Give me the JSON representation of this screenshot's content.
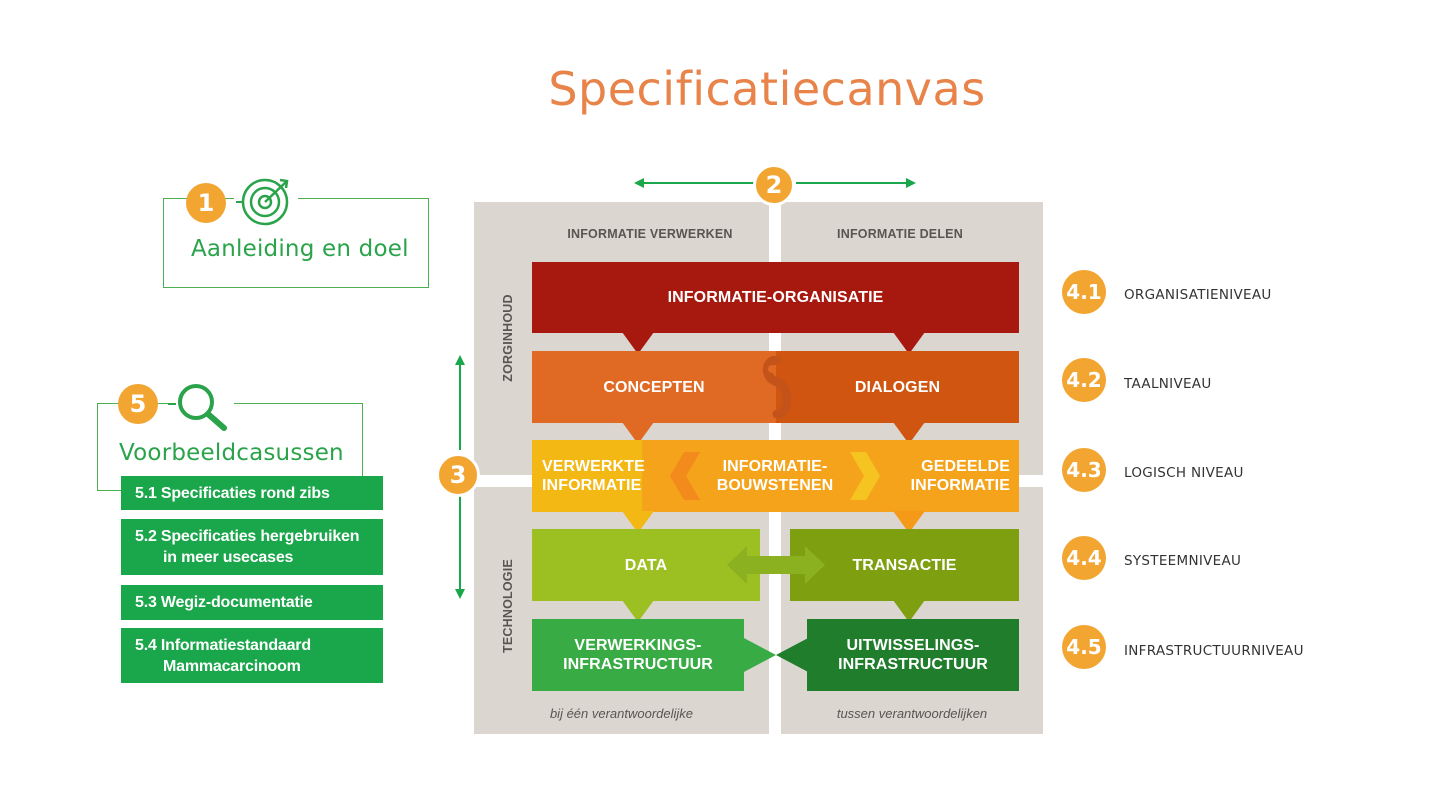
{
  "title": "Specificatiecanvas",
  "colors": {
    "title": "#e8834a",
    "badge": "#f2a531",
    "green": "#1aa64a",
    "green_text": "#2aa34a",
    "canvas_bg": "#dcd6d1",
    "informatie_organisatie": "#a7190f",
    "concepten": "#e06a24",
    "dialogen": "#cf5511",
    "bouwstenen": "#f5a31b",
    "data": "#9cc021",
    "transactie": "#7e9f10",
    "verwerkings": "#39ab45",
    "uitwisselings": "#1f7d2c"
  },
  "left": {
    "goal": {
      "number": "1",
      "label": "Aanleiding en doel",
      "icon": "target-icon"
    },
    "cases": {
      "number": "5",
      "label": "Voorbeeldcasussen",
      "icon": "magnifier-icon",
      "items": [
        {
          "line1": "5.1 Specificaties rond zibs",
          "line2": ""
        },
        {
          "line1": "5.2 Specificaties hergebruiken",
          "line2": "in meer usecases"
        },
        {
          "line1": "5.3 Wegiz-documentatie",
          "line2": ""
        },
        {
          "line1": "5.4 Informatiestandaard",
          "line2": "Mammacarcinoom"
        }
      ]
    }
  },
  "canvas": {
    "top_badge": "2",
    "side_badge": "3",
    "col_left": "INFORMATIE VERWERKEN",
    "col_right": "INFORMATIE DELEN",
    "side_top": "ZORGINHOUD",
    "side_bottom": "TECHNOLOGIE",
    "informatie_organisatie": "INFORMATIE-ORGANISATIE",
    "concepten": "CONCEPTEN",
    "dialogen": "DIALOGEN",
    "verwerkte": {
      "l1": "VERWERKTE",
      "l2": "INFORMATIE"
    },
    "bouwstenen": {
      "l1": "INFORMATIE-",
      "l2": "BOUWSTENEN"
    },
    "gedeelde": {
      "l1": "GEDEELDE",
      "l2": "INFORMATIE"
    },
    "data": "DATA",
    "transactie": "TRANSACTIE",
    "verwerkings": {
      "l1": "VERWERKINGS-",
      "l2": "INFRASTRUCTUUR"
    },
    "uitwisselings": {
      "l1": "UITWISSELINGS-",
      "l2": "INFRASTRUCTUUR"
    },
    "foot_left": "bij één verantwoordelijke",
    "foot_right": "tussen verantwoordelijken"
  },
  "levels": [
    {
      "number": "4.1",
      "label": "ORGANISATIENIVEAU"
    },
    {
      "number": "4.2",
      "label": "TAALNIVEAU"
    },
    {
      "number": "4.3",
      "label": "LOGISCH NIVEAU"
    },
    {
      "number": "4.4",
      "label": "SYSTEEMNIVEAU"
    },
    {
      "number": "4.5",
      "label": "INFRASTRUCTUURNIVEAU"
    }
  ]
}
